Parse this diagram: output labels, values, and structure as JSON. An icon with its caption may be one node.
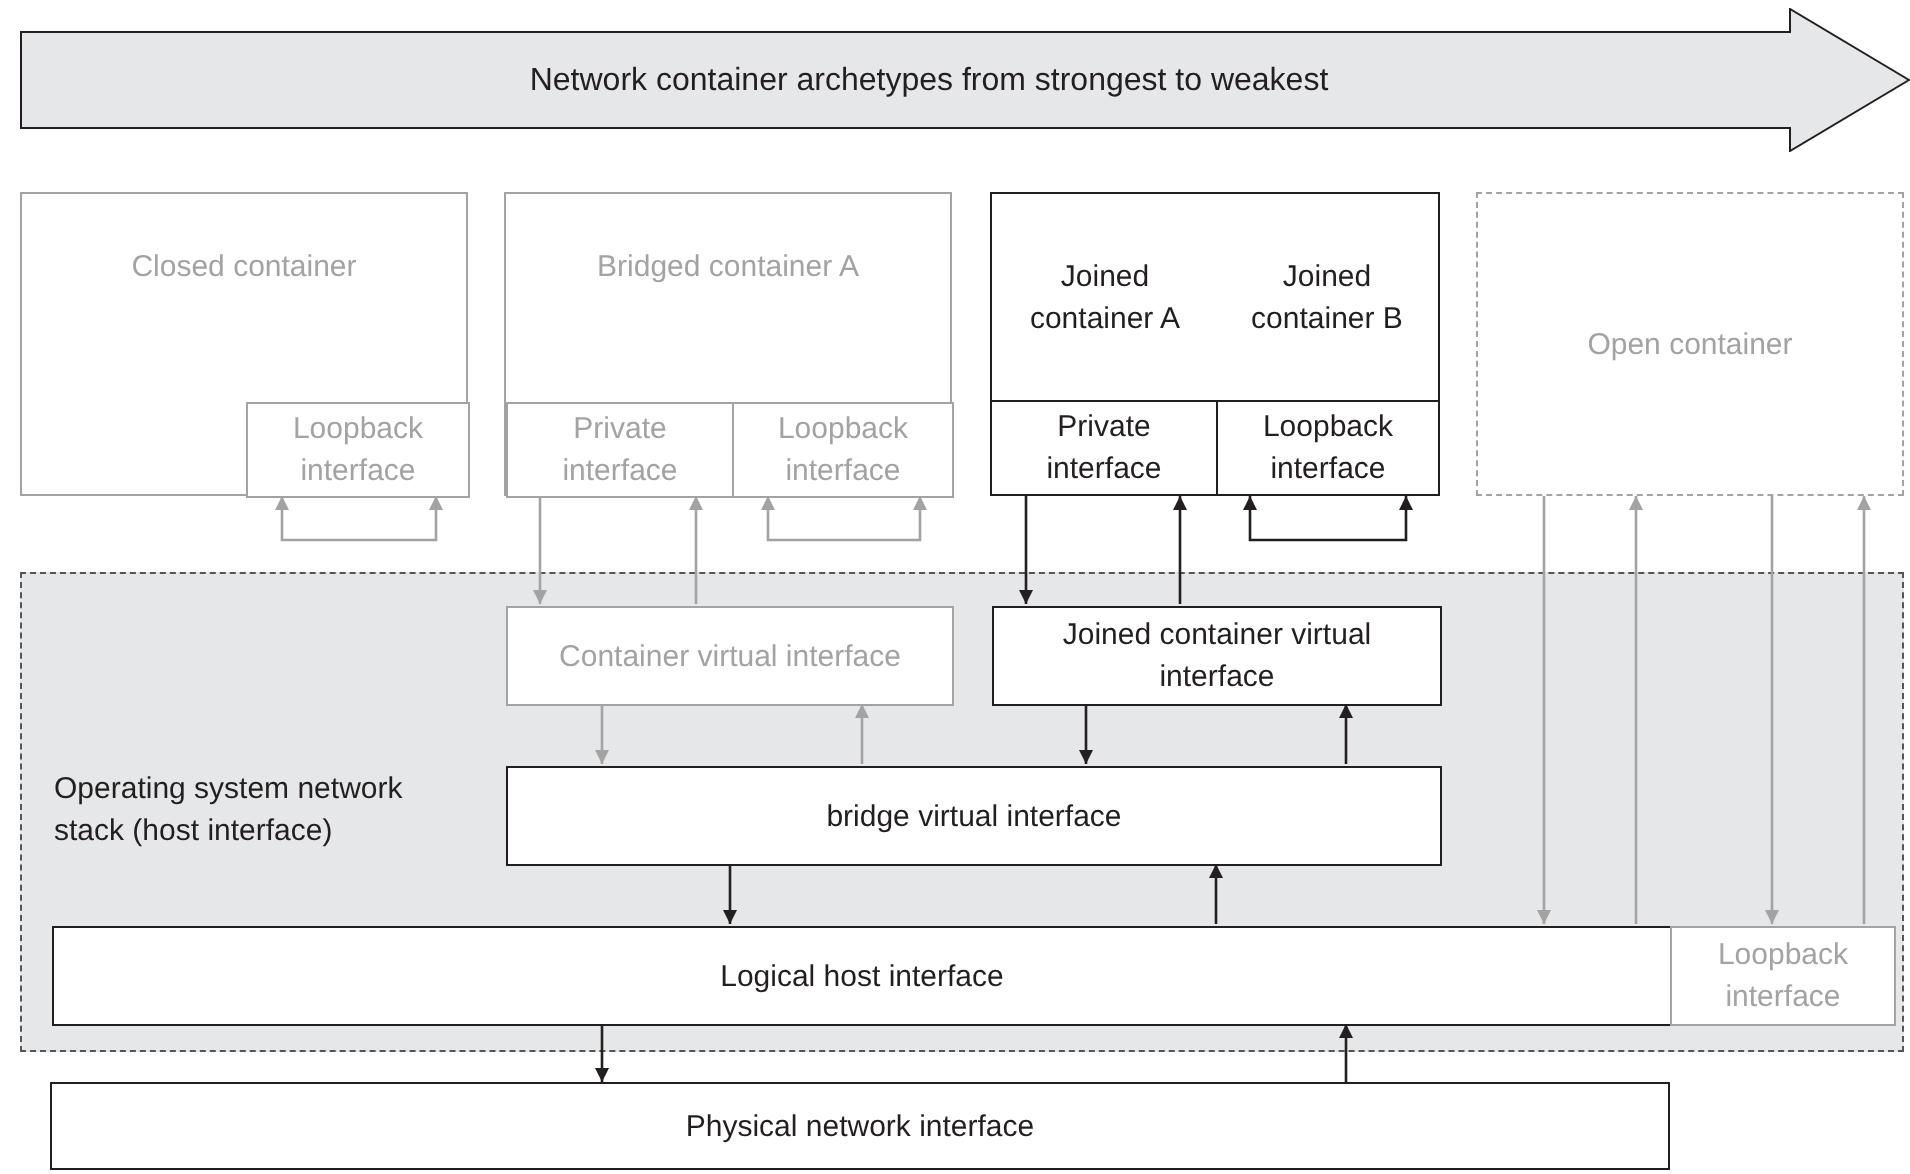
{
  "diagram": {
    "nodes": [
      {
        "text": [
          "Network container archetypes from strongest to weakest"
        ]
      },
      {
        "text": [
          "Closed container"
        ]
      },
      {
        "text": [
          "Loopback interface"
        ],
        "in": 1
      },
      {
        "text": [
          "Bridged container A"
        ]
      },
      {
        "text": [
          "Private interface"
        ],
        "in": 3
      },
      {
        "text": [
          "Loopback interface"
        ],
        "in": 3
      },
      {
        "text": [
          "Joined container A"
        ]
      },
      {
        "text": [
          "Joined container B"
        ]
      },
      {
        "text": [
          "Private interface"
        ]
      },
      {
        "text": [
          "Loopback interface"
        ]
      },
      {
        "text": [
          "Open container"
        ]
      },
      {
        "text": [
          "Operating system network stack (host interface)"
        ]
      },
      {
        "text": [
          "Container virtual interface"
        ],
        "in": 11
      },
      {
        "text": [
          "Joined container virtual interface"
        ],
        "in": 11
      },
      {
        "text": [
          "bridge virtual interface"
        ],
        "in": 11
      },
      {
        "text": [
          "Logical host interface"
        ],
        "in": 11
      },
      {
        "text": [
          "Loopback interface"
        ],
        "in": 11
      },
      {
        "text": [
          "Physical network interface"
        ]
      }
    ],
    "edges": [
      {
        "from": 2,
        "to": 2,
        "arrow": "both"
      },
      {
        "from": 4,
        "to": 12,
        "arrow": "to"
      },
      {
        "from": 12,
        "to": 4,
        "arrow": "to"
      },
      {
        "from": 5,
        "to": 5,
        "arrow": "both"
      },
      {
        "from": 8,
        "to": 13,
        "arrow": "to",
        "color": "#231f20"
      },
      {
        "from": 13,
        "to": 8,
        "arrow": "to",
        "color": "#231f20"
      },
      {
        "from": 9,
        "to": 9,
        "arrow": "both",
        "color": "#231f20"
      },
      {
        "from": 12,
        "to": 14,
        "arrow": "to"
      },
      {
        "from": 14,
        "to": 12,
        "arrow": "to"
      },
      {
        "from": 13,
        "to": 14,
        "arrow": "to",
        "color": "#231f20"
      },
      {
        "from": 14,
        "to": 13,
        "arrow": "to",
        "color": "#231f20"
      },
      {
        "from": 14,
        "to": 15,
        "arrow": "to",
        "color": "#231f20"
      },
      {
        "from": 15,
        "to": 14,
        "arrow": "to",
        "color": "#231f20"
      },
      {
        "from": 15,
        "to": 17,
        "arrow": "to",
        "color": "#231f20"
      },
      {
        "from": 17,
        "to": 15,
        "arrow": "to",
        "color": "#231f20"
      },
      {
        "from": 10,
        "to": 15,
        "arrow": "to"
      },
      {
        "from": 15,
        "to": 10,
        "arrow": "to"
      },
      {
        "from": 10,
        "to": 16,
        "arrow": "to"
      },
      {
        "from": 16,
        "to": 10,
        "arrow": "to"
      }
    ]
  }
}
